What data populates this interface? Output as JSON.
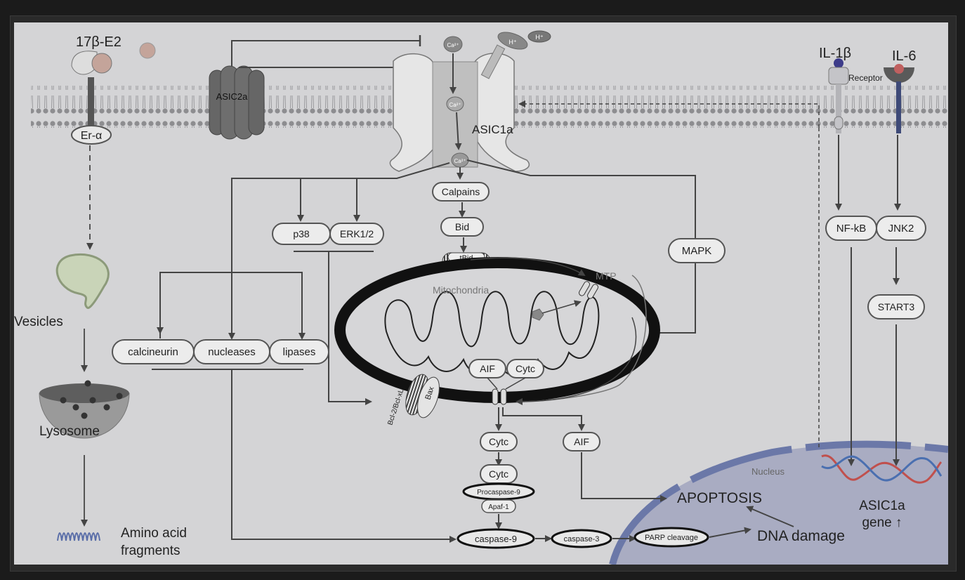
{
  "labels": {
    "estrogen": "17β-E2",
    "er_alpha": "Er-α",
    "asic2a": "ASIC2a",
    "asic1a": "ASIC1a",
    "ca_top": "Ca²⁺",
    "ca_mid": "Ca²⁺",
    "ca_bottom": "Ca²⁺",
    "h_ion_1": "H⁺",
    "h_ion_2": "H⁺",
    "vesicles": "Vesicles",
    "lysosome": "Lysosome",
    "amino_line1": "Amino acid",
    "amino_line2": "fragments",
    "il1b": "IL-1β",
    "il6": "IL-6",
    "receptor": "Receptor",
    "calpains": "Calpains",
    "bid": "Bid",
    "tbid": "tBid",
    "p38": "p38",
    "erk": "ERK1/2",
    "mapk": "MAPK",
    "calcineurin": "calcineurin",
    "nucleases": "nucleases",
    "lipases": "lipases",
    "mitochondria": "Mitochondria",
    "mtp": "MTP",
    "aif_in": "AIF",
    "cytc_in": "Cytc",
    "bax": "Bax",
    "bcl": "Bcl-2/Bcl-xL",
    "cytc1": "Cytc",
    "cytc2": "Cytc",
    "aif_out": "AIF",
    "procaspase9": "Procaspase-9",
    "apaf1": "Apaf-1",
    "caspase9": "caspase-9",
    "caspase3": "caspase-3",
    "parp": "PARP cleavage",
    "dna_damage": "DNA damage",
    "apoptosis": "APOPTOSIS",
    "nucleus": "Nucleus",
    "nfkb": "NF-kB",
    "jnk2": "JNK2",
    "start3": "START3",
    "asic_gene1": "ASIC1a",
    "asic_gene2": "gene ↑"
  },
  "colors": {
    "background": "#d4d4d6",
    "stroke": "#444444",
    "nucleus_fill": "#a9acc2",
    "nuclear_envelope": "#6b78a8",
    "dna_red": "#c0504d",
    "dna_blue": "#4a6fb0"
  }
}
